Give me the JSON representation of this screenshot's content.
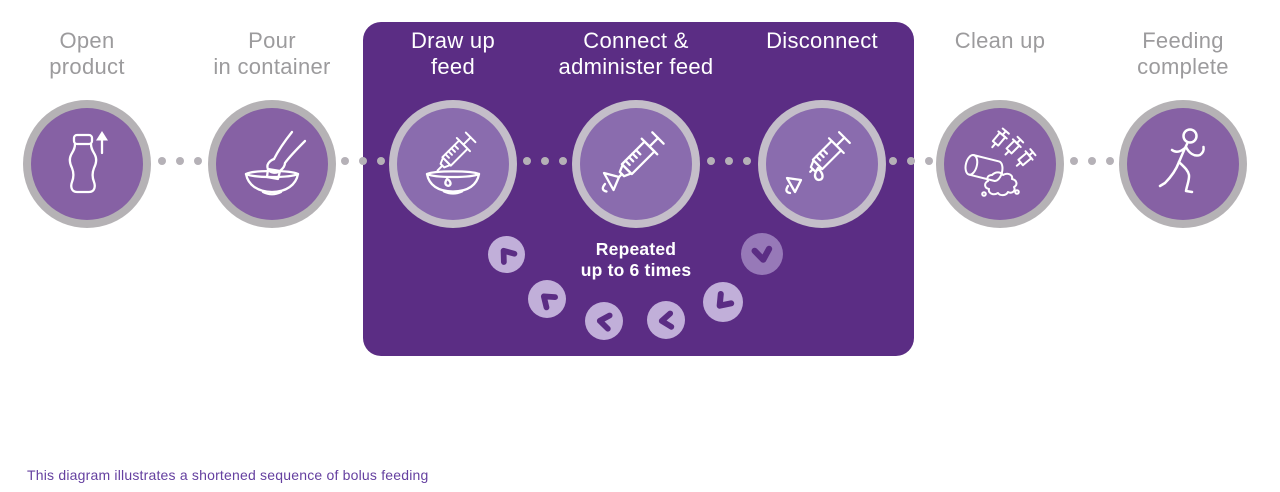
{
  "steps": [
    {
      "id": "open-product",
      "lines": [
        "Open",
        "product"
      ],
      "icon": "bottle-open-icon",
      "in_loop": false
    },
    {
      "id": "pour-in-container",
      "lines": [
        "Pour",
        "in container"
      ],
      "icon": "hand-pour-bowl-icon",
      "in_loop": false
    },
    {
      "id": "draw-up-feed",
      "lines": [
        "Draw up",
        "feed"
      ],
      "icon": "syringe-draw-bowl-icon",
      "in_loop": true
    },
    {
      "id": "connect-administer-feed",
      "lines": [
        "Connect &",
        "administer feed"
      ],
      "icon": "syringe-connected-icon",
      "in_loop": true
    },
    {
      "id": "disconnect",
      "lines": [
        "Disconnect"
      ],
      "icon": "syringe-disconnect-drop-icon",
      "in_loop": true
    },
    {
      "id": "clean-up",
      "lines": [
        "Clean up"
      ],
      "icon": "spill-syringes-icon",
      "in_loop": false
    },
    {
      "id": "feeding-complete",
      "lines": [
        "Feeding",
        "complete"
      ],
      "icon": "walking-person-icon",
      "in_loop": false
    }
  ],
  "loop": {
    "lines": [
      "Repeated",
      "up to 6 times"
    ],
    "arrow_count": 6,
    "arrow_icon": "loop-chevron-icon"
  },
  "caption": "This diagram illustrates a shortened sequence of bolus feeding",
  "colors": {
    "loop_box": "#5b2d84",
    "step_circle_outside": "#8661a4",
    "step_circle_inside_box": "#8a6cae",
    "ring_outside": "#b5b2b5",
    "ring_inside_box": "#c4bec9",
    "label_gray": "#9c9b9d",
    "label_white": "#ffffff",
    "dot_gray": "#b5b1b7",
    "arrow_circle_light": "#c1afd9",
    "arrow_circle_dark": "#9779b8",
    "arrow_chevron": "#5b2d84",
    "caption_purple": "#6540a0"
  }
}
